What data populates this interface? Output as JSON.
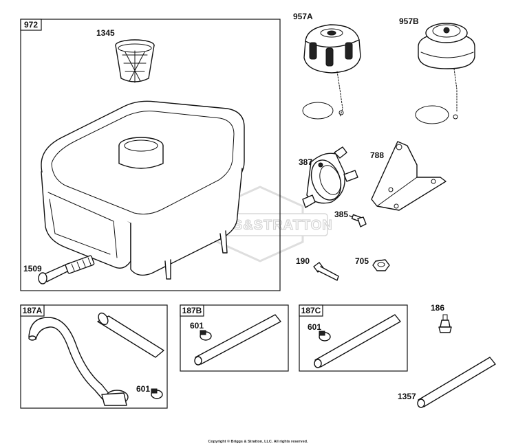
{
  "watermark": "BRIGGS&STRATTON",
  "copyright": "Copyright © Briggs & Stratton, LLC. All rights reserved.",
  "boxes": {
    "main": "972",
    "hose_a": "187A",
    "hose_b": "187B",
    "hose_c": "187C"
  },
  "parts": {
    "p1345": "1345",
    "p1509": "1509",
    "p957a": "957A",
    "p957b": "957B",
    "p387": "387",
    "p788": "788",
    "p385": "385",
    "p190": "190",
    "p705": "705",
    "p186": "186",
    "p601a": "601",
    "p601b": "601",
    "p601c": "601",
    "p1357": "1357"
  }
}
